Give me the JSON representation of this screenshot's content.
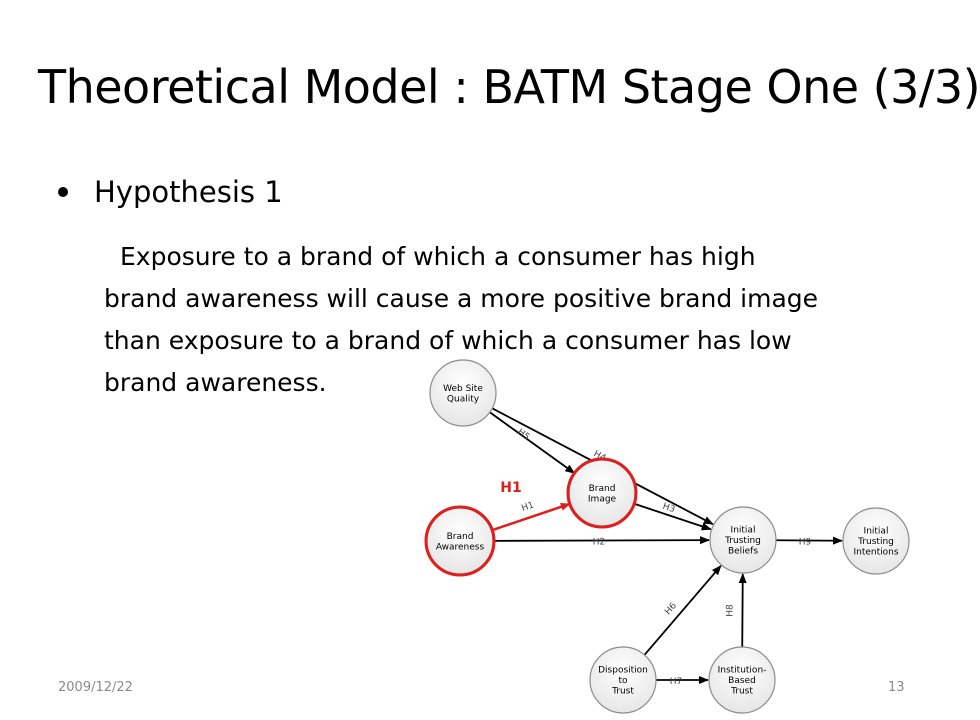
{
  "slide": {
    "title": "Theoretical Model : BATM Stage One (3/3)",
    "bullet": "Hypothesis 1",
    "body_lines": [
      "Exposure to a brand of which a consumer has high",
      "brand awareness will cause a more positive brand image",
      "than exposure to a brand of which a consumer has low",
      "brand awareness."
    ],
    "footer_date": "2009/12/22",
    "page_number": "13"
  },
  "diagram": {
    "highlight_label": "H1",
    "highlight_color": "#e01e1e",
    "nodes": [
      {
        "id": "web",
        "lines": [
          "Web Site",
          "Quality"
        ]
      },
      {
        "id": "image",
        "lines": [
          "Brand",
          "Image"
        ],
        "highlighted": true
      },
      {
        "id": "awareness",
        "lines": [
          "Brand",
          "Awareness"
        ],
        "highlighted": true
      },
      {
        "id": "beliefs",
        "lines": [
          "Initial",
          "Trusting",
          "Beliefs"
        ]
      },
      {
        "id": "intentions",
        "lines": [
          "Initial",
          "Trusting",
          "Intentions"
        ]
      },
      {
        "id": "disposition",
        "lines": [
          "Disposition",
          "to",
          "Trust"
        ]
      },
      {
        "id": "institution",
        "lines": [
          "Institution-",
          "Based",
          "Trust"
        ]
      }
    ],
    "edges": [
      {
        "from": "web",
        "to": "image",
        "label": "H5"
      },
      {
        "from": "web",
        "to": "beliefs",
        "label": "H4"
      },
      {
        "from": "awareness",
        "to": "image",
        "label": "H1",
        "highlighted": true
      },
      {
        "from": "image",
        "to": "beliefs",
        "label": "H3"
      },
      {
        "from": "awareness",
        "to": "beliefs",
        "label": "H2"
      },
      {
        "from": "beliefs",
        "to": "intentions",
        "label": "H9"
      },
      {
        "from": "disposition",
        "to": "beliefs",
        "label": "H6"
      },
      {
        "from": "disposition",
        "to": "institution",
        "label": "H7"
      },
      {
        "from": "institution",
        "to": "beliefs",
        "label": "H8"
      }
    ]
  }
}
